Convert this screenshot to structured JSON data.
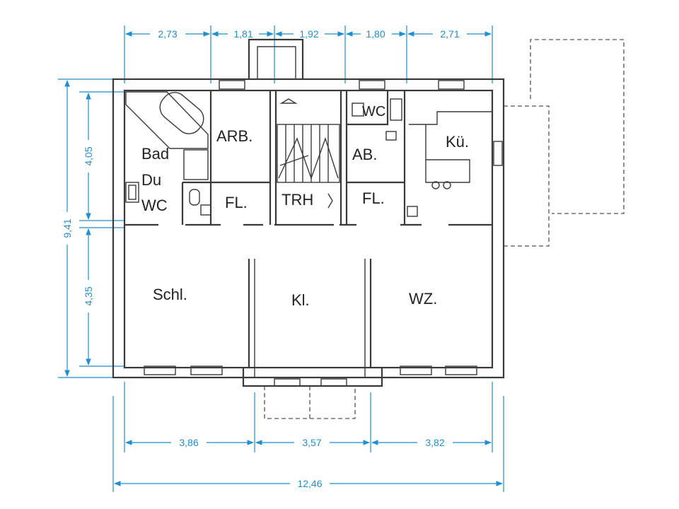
{
  "plan": {
    "rooms": {
      "bad": "Bad",
      "du": "Du",
      "wc_left": "WC",
      "arb": "ARB.",
      "fl_left": "FL.",
      "trh": "TRH",
      "wc_right": "WC",
      "ab": "AB.",
      "fl_right": "FL.",
      "kue": "Kü.",
      "schl": "Schl.",
      "kl": "Kl.",
      "wz": "WZ."
    },
    "dims": {
      "top": [
        "2,73",
        "1,81",
        "1,92",
        "1,80",
        "2,71"
      ],
      "left_total": "9,41",
      "left_upper": "4,05",
      "left_lower": "4,35",
      "bottom": [
        "3,86",
        "3,57",
        "3,82"
      ],
      "bottom_total": "12,46"
    }
  }
}
